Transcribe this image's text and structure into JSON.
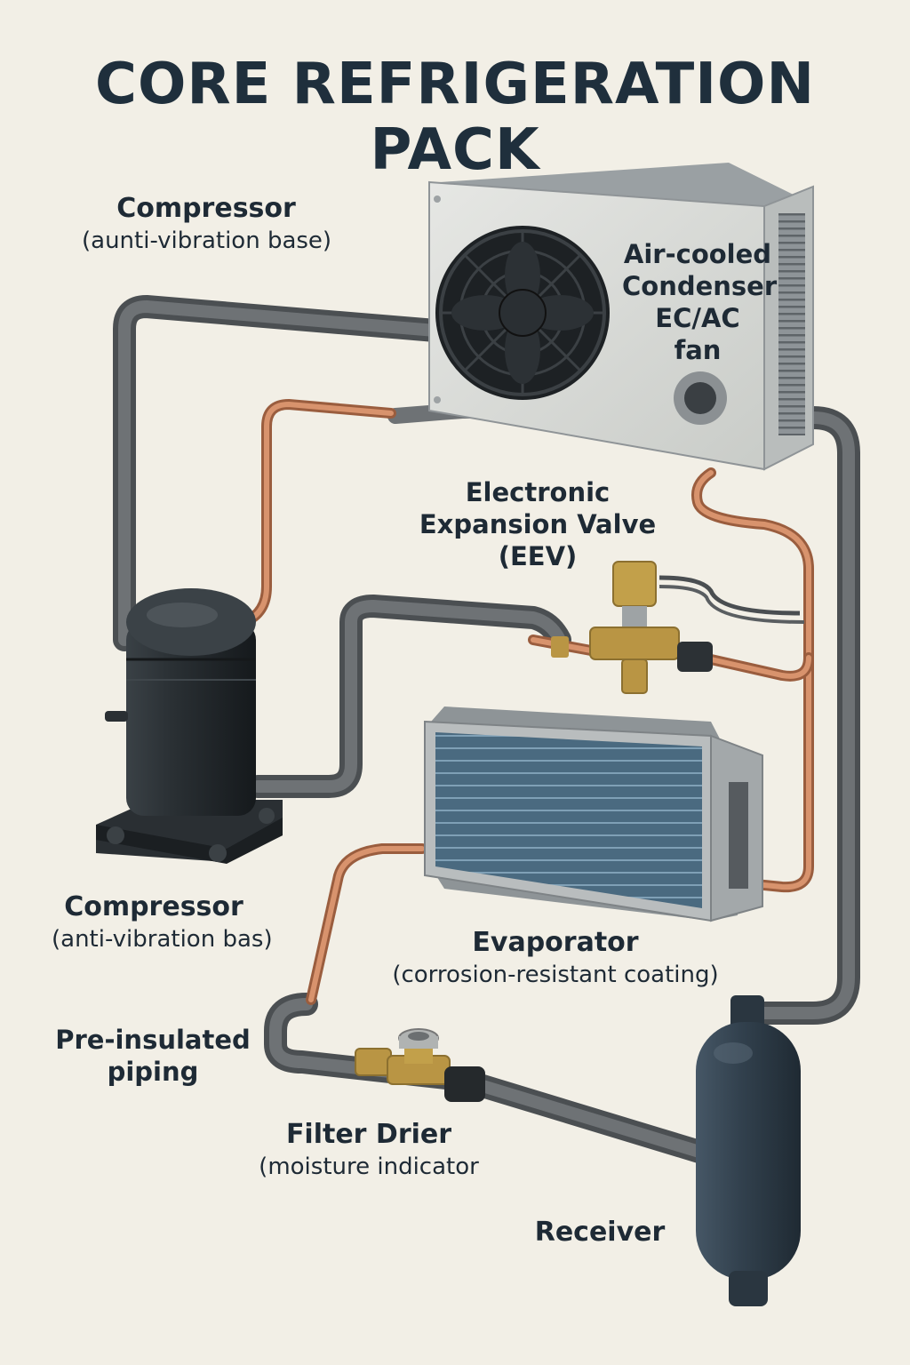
{
  "title": "CORE REFRIGERATION PACK",
  "labels": {
    "compressor_top": {
      "name": "Compressor",
      "detail": "(aunti-vibration base)"
    },
    "condenser": {
      "lines": [
        "Air-cooled",
        "Condenser",
        "EC/AC",
        "fan"
      ]
    },
    "eev": {
      "lines": [
        "Electronic",
        "Expansion Valve",
        "(EEV)"
      ]
    },
    "compressor_bottom": {
      "name": "Compressor",
      "detail": "(anti-vibration bas)"
    },
    "evaporator": {
      "name": "Evaporator",
      "detail": "(corrosion-resistant coating)"
    },
    "piping": {
      "lines": [
        "Pre-insulated",
        "piping"
      ]
    },
    "filter_drier": {
      "name": "Filter Drier",
      "detail": "(moisture indicator"
    },
    "receiver": {
      "name": "Receiver"
    }
  },
  "colors": {
    "background": "#f2efe6",
    "title": "#1f2f3c",
    "insulated_pipe": "#5f6366",
    "copper_pipe": "#c9825e",
    "compressor_body": "#23282c",
    "condenser_casing": "#d9dbd8",
    "evaporator_coil": "#3d5a6e",
    "receiver_body": "#2f3d4a",
    "brass": "#b99544"
  }
}
